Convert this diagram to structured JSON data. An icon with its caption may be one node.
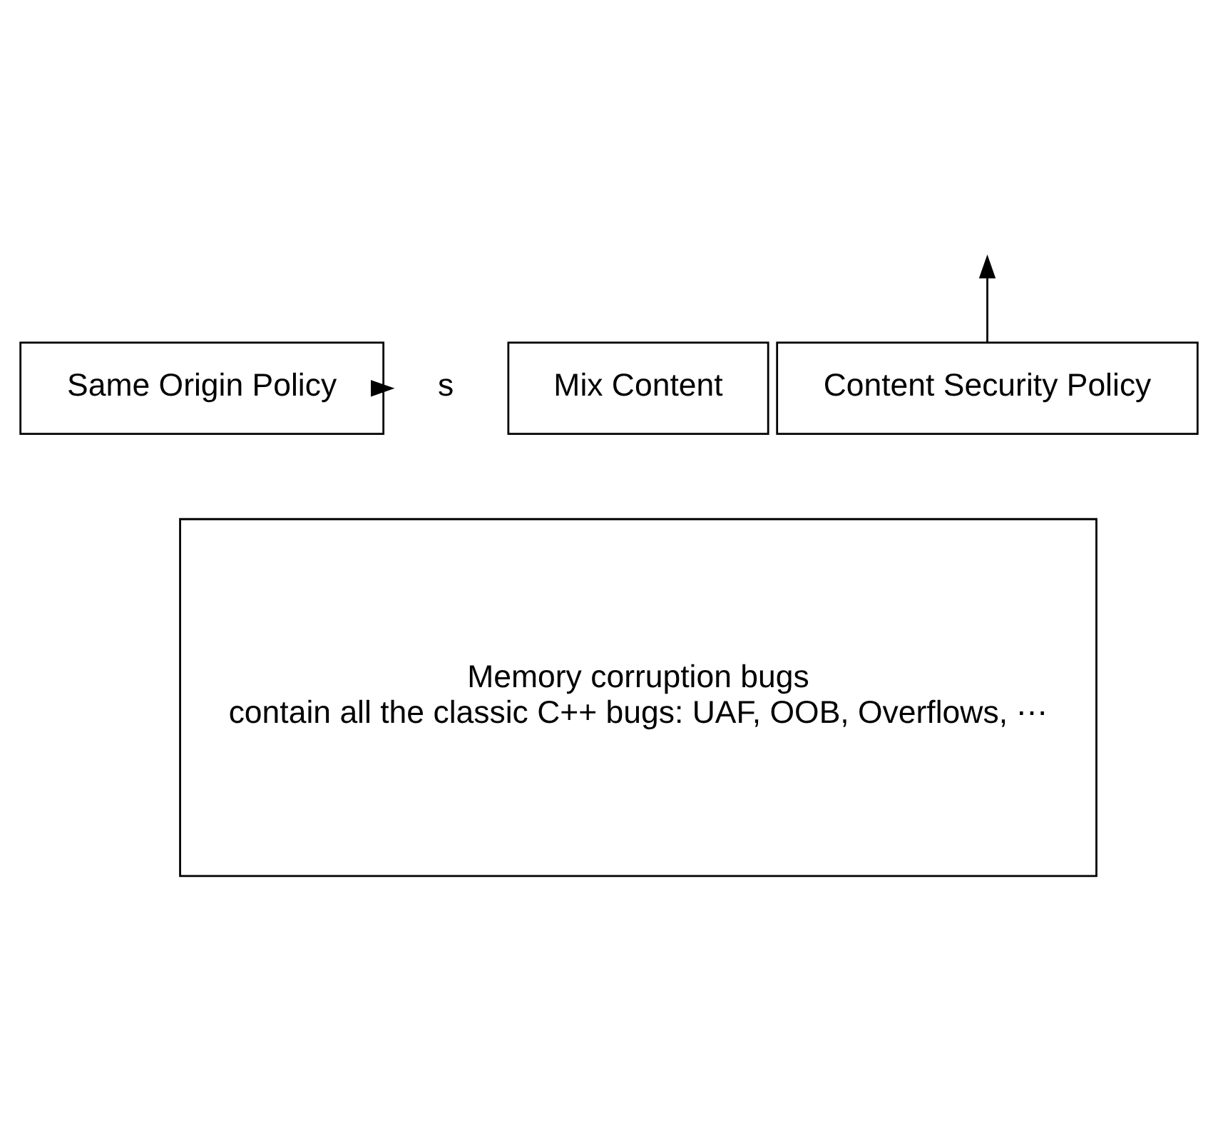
{
  "diagram": {
    "nodes": [
      {
        "text": [
          "Content Security Policy"
        ]
      },
      {
        "text": [
          "Same Origin Policy"
        ]
      },
      {
        "text": [
          "Mix Content"
        ]
      },
      {
        "text": [
          "Memory corruption bugs",
          "contain all the classic C++ bugs: UAF, OOB, Overflows, ⋯"
        ]
      },
      {
        "text": [
          "s"
        ]
      }
    ],
    "edges": [
      {
        "from": 0,
        "to": null,
        "arrow": "to"
      },
      {
        "from": 1,
        "to": 4,
        "arrow": "to"
      }
    ]
  }
}
